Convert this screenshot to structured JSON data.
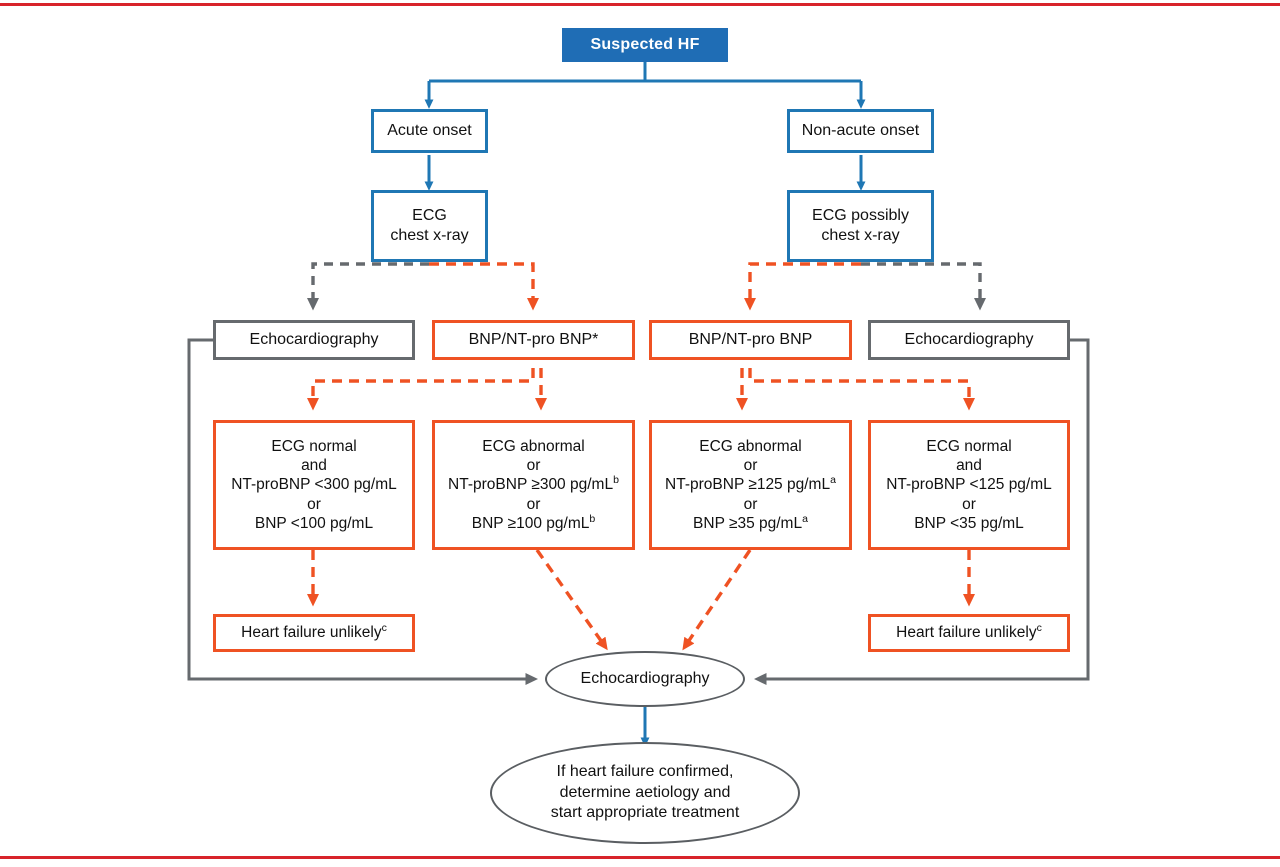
{
  "meta": {
    "title": "Diagnostic algorithm for heart failure",
    "colors": {
      "blue_fill": "#1f6db5",
      "blue_border": "#1f77b4",
      "orange": "#ef5223",
      "gray": "#666a6e",
      "red_rule": "#d8232a",
      "text": "#111111"
    }
  },
  "nodes": {
    "suspected_hf": "Suspected HF",
    "acute_onset": "Acute onset",
    "non_acute_onset": "Non-acute onset",
    "ecg_chest_xray_l1": "ECG",
    "ecg_chest_xray_l2": "chest x-ray",
    "ecg_possibly_l1": "ECG possibly",
    "ecg_possibly_l2": "chest x-ray",
    "echo_left": "Echocardiography",
    "bnp_acute": "BNP/NT-pro BNP*",
    "bnp_nonacute": "BNP/NT-pro BNP",
    "echo_right": "Echocardiography",
    "crit1": {
      "l1": "ECG normal",
      "l2": "and",
      "l3": "NT-proBNP <300 pg/mL",
      "l4": "or",
      "l5": "BNP <100 pg/mL"
    },
    "crit2": {
      "l1": "ECG abnormal",
      "l2": "or",
      "l3": "NT-proBNP ≥300 pg/mL",
      "l3sup": "b",
      "l4": "or",
      "l5": "BNP ≥100 pg/mL",
      "l5sup": "b"
    },
    "crit3": {
      "l1": "ECG abnormal",
      "l2": "or",
      "l3": "NT-proBNP ≥125 pg/mL",
      "l3sup": "a",
      "l4": "or",
      "l5": "BNP ≥35 pg/mL",
      "l5sup": "a"
    },
    "crit4": {
      "l1": "ECG normal",
      "l2": "and",
      "l3": "NT-proBNP <125 pg/mL",
      "l3sup": "",
      "l4": "or",
      "l5": "BNP <35 pg/mL",
      "l5sup": ""
    },
    "hf_unlikely_left": "Heart failure unlikely",
    "hf_unlikely_left_sup": "c",
    "hf_unlikely_right": "Heart failure unlikely",
    "hf_unlikely_right_sup": "c",
    "echo_hub": "Echocardiography",
    "outcome_l1": "If heart failure confirmed,",
    "outcome_l2": "determine aetiology and",
    "outcome_l3": "start appropriate treatment"
  }
}
